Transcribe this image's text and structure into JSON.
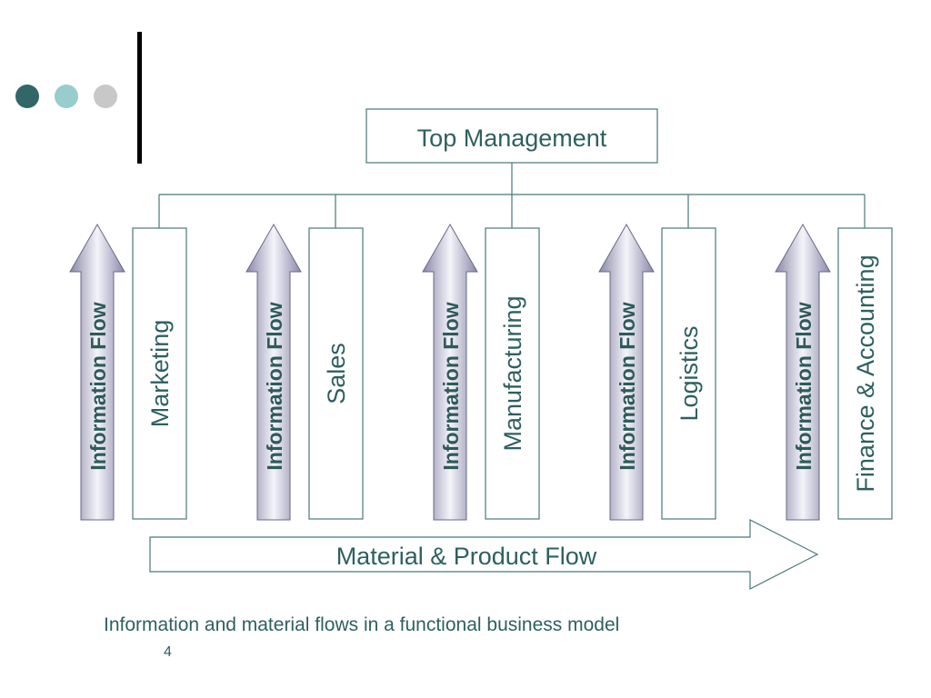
{
  "colors": {
    "teal_text": "#2e6060",
    "box_border": "#4a7878",
    "dot_dark": "#336666",
    "dot_light": "#99cccc",
    "dot_gray": "#c8c8c8",
    "arrow_fill_edge": "#8a88a8",
    "arrow_fill_center": "#f4f4fa",
    "arrow_stroke": "#6a6888",
    "flow_text": "#2e5a5a",
    "caption_text": "#2e6060"
  },
  "decor_icons": [
    "dot-dark-icon",
    "dot-light-icon",
    "dot-gray-icon"
  ],
  "diagram": {
    "top_box": "Top Management",
    "departments": [
      {
        "label": "Marketing"
      },
      {
        "label": "Sales"
      },
      {
        "label": "Manufacturing"
      },
      {
        "label": "Logistics"
      },
      {
        "label": "Finance & Accounting"
      }
    ],
    "information_flow_label": "Information Flow",
    "material_flow_label": "Material & Product Flow"
  },
  "caption": "Information and material flows in a functional business model",
  "page_number": "4"
}
